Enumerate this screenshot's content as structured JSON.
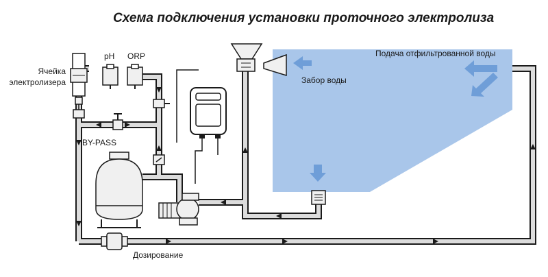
{
  "title": "Схема подключения установки проточного электролиза",
  "labels": {
    "cell": [
      "Ячейка",
      "электролизера"
    ],
    "ph": "pH",
    "orp": "ORP",
    "bypass": "BY-PASS",
    "dosing": "Дозирование",
    "intake": "Забор воды",
    "supply": "Подача отфильтрованной воды"
  },
  "colors": {
    "pool": "#a9c6ea",
    "blue_arrow": "#6f9ed8",
    "pipe_outline": "#1a1a1a",
    "pipe_fill": "#dcdcdc"
  },
  "icons": [
    "flow-arrow-icon",
    "blue-flow-arrow-icon",
    "valve-icon",
    "pump-icon",
    "filter-tank-icon",
    "control-box-icon",
    "skimmer-icon",
    "inlet-nozzle-icon",
    "sensor-icon"
  ]
}
